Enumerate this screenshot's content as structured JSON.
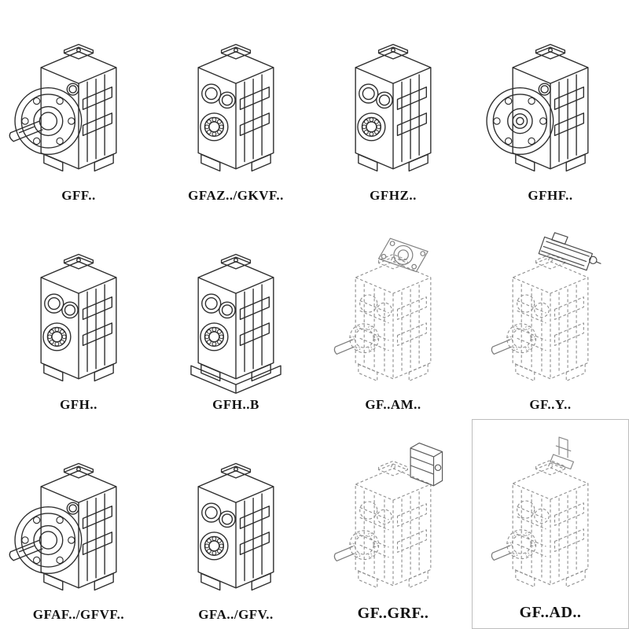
{
  "colors": {
    "line_solid": "#2e2e2e",
    "line_dashed": "#8f8f8f",
    "label_text": "#111111",
    "background": "#ffffff",
    "box_border": "#bdbdbd"
  },
  "catalog": {
    "items": [
      {
        "label": "GFF..",
        "drawing": "flange-output-gearbox-with-shaft",
        "line_style": "solid"
      },
      {
        "label": "GFAZ../GKVF..",
        "drawing": "hollow-bore-gearbox",
        "line_style": "solid"
      },
      {
        "label": "GFHZ..",
        "drawing": "hollow-bore-gearbox",
        "line_style": "solid"
      },
      {
        "label": "GFHF..",
        "drawing": "flange-output-gearbox-hollow",
        "line_style": "solid"
      },
      {
        "label": "GFH..",
        "drawing": "hollow-bore-gearbox",
        "line_style": "solid"
      },
      {
        "label": "GFH..B",
        "drawing": "hollow-bore-gearbox-with-base-plate",
        "line_style": "solid"
      },
      {
        "label": "GF..AM..",
        "drawing": "gearbox-with-motor-flange-adapter",
        "line_style": "dashed"
      },
      {
        "label": "GF..Y..",
        "drawing": "gearbox-with-mounted-motor",
        "line_style": "dashed"
      },
      {
        "label": "GFAF../GFVF..",
        "drawing": "flange-output-gearbox-with-shaft",
        "line_style": "solid"
      },
      {
        "label": "GFA../GFV..",
        "drawing": "hollow-bore-gearbox",
        "line_style": "solid"
      },
      {
        "label": "GF..GRF..",
        "drawing": "gearbox-with-input-adapter-box",
        "line_style": "dashed"
      },
      {
        "label": "GF..AD..",
        "drawing": "gearbox-with-input-shaft-adapter",
        "line_style": "dashed"
      }
    ]
  }
}
